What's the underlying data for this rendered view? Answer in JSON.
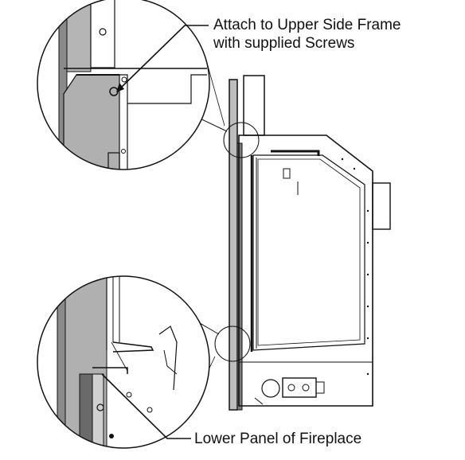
{
  "callouts": {
    "upper_line1": "Attach to Upper Side Frame",
    "upper_line2": "with supplied Screws",
    "lower": "Lower Panel of Fireplace"
  },
  "colors": {
    "line": "#111111",
    "panel_gray": "#a9a9a9",
    "dark_gray": "#5a5a5a",
    "background": "#ffffff"
  }
}
